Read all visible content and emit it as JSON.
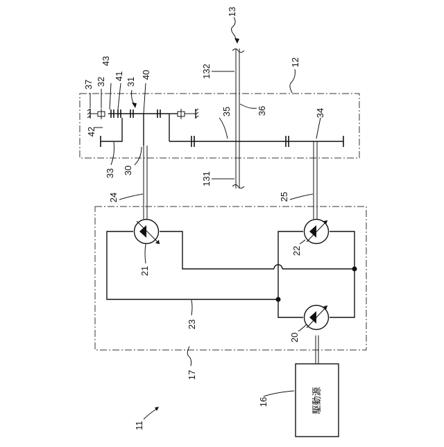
{
  "labels": {
    "n11": "11",
    "n12": "12",
    "n13": "13",
    "n16": "16",
    "n17": "17",
    "n20": "20",
    "n21": "21",
    "n22": "22",
    "n23": "23",
    "n24": "24",
    "n25": "25",
    "n30": "30",
    "n31": "31",
    "n32": "32",
    "n33": "33",
    "n34": "34",
    "n35": "35",
    "n36": "36",
    "n37": "37",
    "n40": "40",
    "n41": "41",
    "n42": "42",
    "n43": "43",
    "n131": "131",
    "n132": "132"
  },
  "drive_source_text": "駆動源"
}
